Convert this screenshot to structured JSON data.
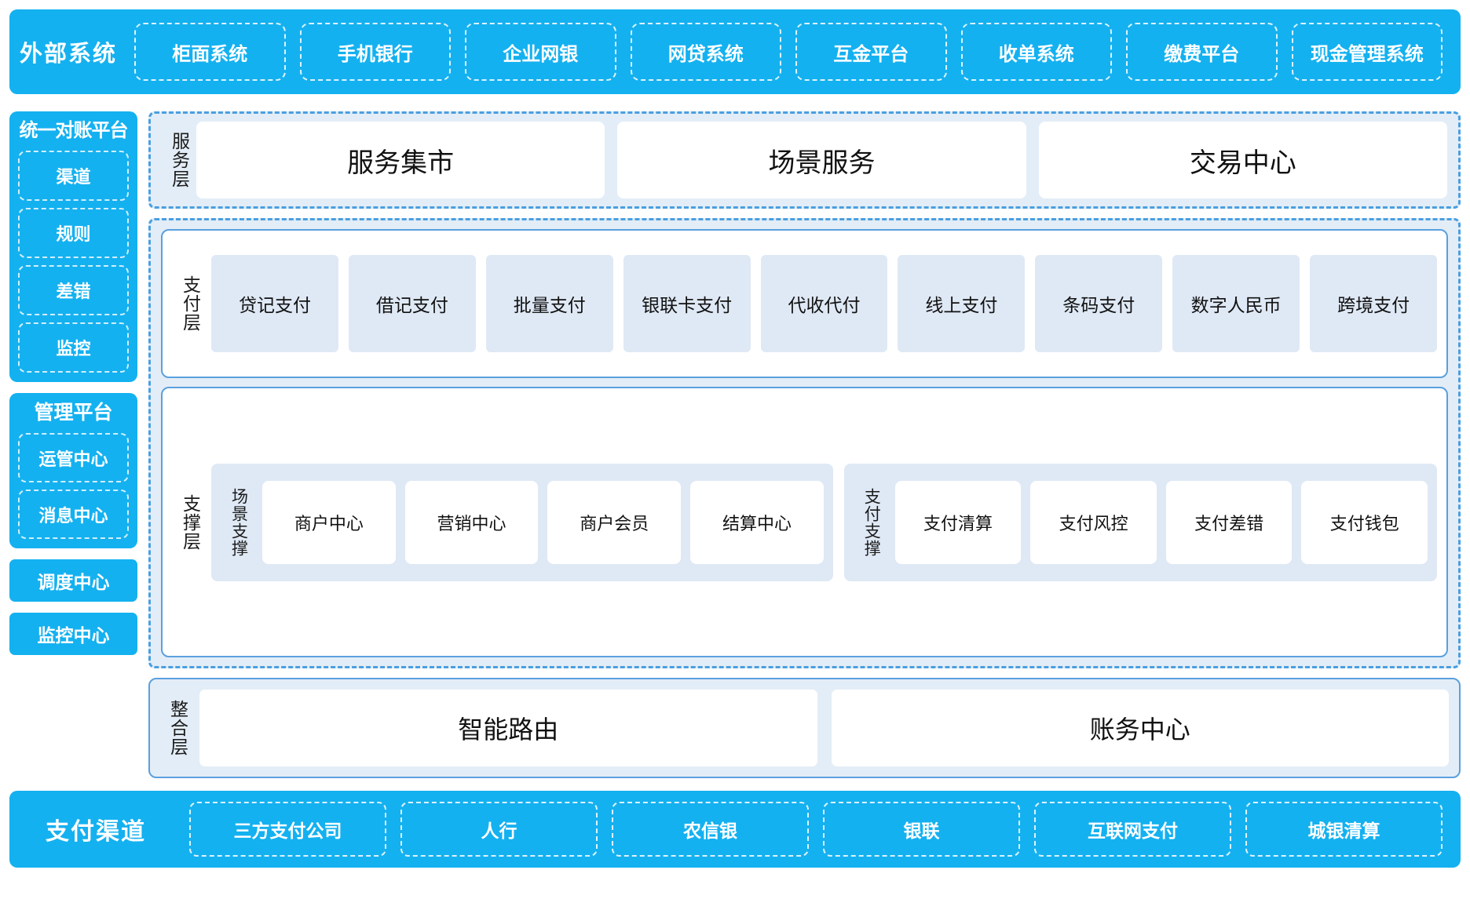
{
  "external": {
    "title": "外部系统",
    "items": [
      "柜面系统",
      "手机银行",
      "企业网银",
      "网贷系统",
      "互金平台",
      "收单系统",
      "缴费平台",
      "现金管理系统"
    ]
  },
  "sidebar": {
    "reconciliation": {
      "title": "统一对账平台",
      "items": [
        "渠道",
        "规则",
        "差错",
        "监控"
      ]
    },
    "management": {
      "title": "管理平台",
      "items": [
        "运管中心",
        "消息中心"
      ]
    },
    "standalone": [
      "调度中心",
      "监控中心"
    ]
  },
  "service_layer": {
    "label": "服务层",
    "items": [
      "服务集市",
      "场景服务",
      "交易中心"
    ]
  },
  "payment_layer": {
    "label": "支付层",
    "items": [
      "贷记支付",
      "借记支付",
      "批量支付",
      "银联卡支付",
      "代收代付",
      "线上支付",
      "条码支付",
      "数字人民币",
      "跨境支付"
    ]
  },
  "support_layer": {
    "label": "支撑层",
    "groups": [
      {
        "label": "场景支撑",
        "items": [
          "商户中心",
          "营销中心",
          "商户会员",
          "结算中心"
        ]
      },
      {
        "label": "支付支撑",
        "items": [
          "支付清算",
          "支付风控",
          "支付差错",
          "支付钱包"
        ]
      }
    ]
  },
  "integration_layer": {
    "label": "整合层",
    "items": [
      "智能路由",
      "账务中心"
    ]
  },
  "channels": {
    "title": "支付渠道",
    "items": [
      "三方支付公司",
      "人行",
      "农信银",
      "银联",
      "互联网支付",
      "城银清算"
    ]
  },
  "colors": {
    "brand_blue": "#14b1f0",
    "dashed_border": "#4a9fe0",
    "panel_fill": "#e3edf7",
    "card_fill": "#dfe9f5",
    "solid_border": "#5aa0de",
    "white": "#ffffff"
  }
}
